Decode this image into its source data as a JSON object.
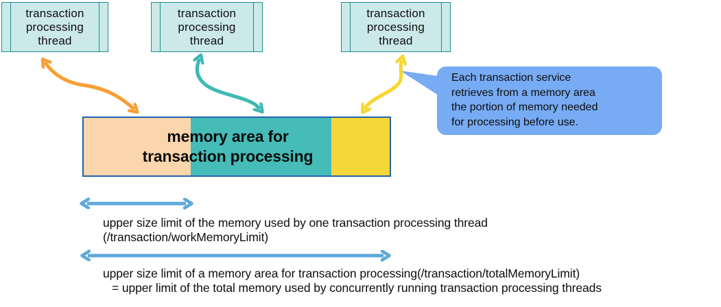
{
  "diagram": {
    "thread_boxes": [
      {
        "label": "transaction\nprocessing\nthread"
      },
      {
        "label": "transaction\nprocessing\nthread"
      },
      {
        "label": "transaction\nprocessing\nthread"
      }
    ],
    "memory_bar": {
      "label": "memory area for\ntransaction processing",
      "segments": [
        "peach",
        "teal",
        "yellow"
      ]
    },
    "callout": {
      "text": "Each transaction service\nretrieves from a memory area\nthe portion of memory needed\nfor processing before use."
    },
    "annotations": {
      "work_limit_line1": "upper size limit of the memory used by one transaction processing thread",
      "work_limit_line2": "(/transaction/workMemoryLimit)",
      "total_limit_line1": "upper size limit of a memory area for transaction processing(/transaction/totalMemoryLimit)",
      "total_limit_line2": "= upper limit of the total memory used by concurrently running transaction processing threads"
    },
    "colors": {
      "box_fill": "#cbe9e8",
      "box_border": "#1e8c8c",
      "bar_border": "#2063ae",
      "bar_peach": "#fbd5ac",
      "bar_teal": "#45bcb8",
      "bar_yellow": "#f5d73a",
      "arrow_orange": "#f79f34",
      "arrow_teal": "#3fb9b3",
      "arrow_yellow": "#f7d733",
      "arrow_blue": "#5da9dc",
      "callout_fill": "#77abf3",
      "text": "#0d0d0d"
    }
  }
}
